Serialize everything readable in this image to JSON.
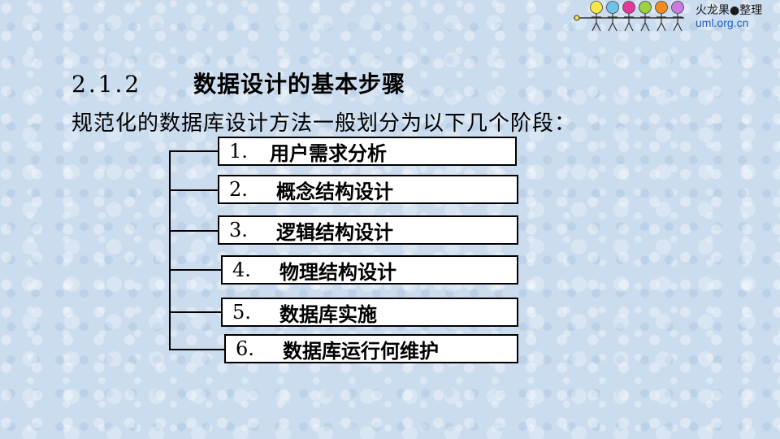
{
  "logo": {
    "name": "火龙果●整理",
    "url": "uml.org.cn",
    "figure_colors": [
      "#f4e84a",
      "#6cc4ea",
      "#e7389a",
      "#9ad13d",
      "#f28c1c",
      "#c87be0"
    ]
  },
  "heading": {
    "number": "2.1.2",
    "title": "数据设计的基本步骤"
  },
  "intro": "规范化的数据库设计方法一般划分为以下几个阶段：",
  "stages": [
    {
      "number": "1.",
      "label": "用户需求分析"
    },
    {
      "number": "2.",
      "label": "概念结构设计"
    },
    {
      "number": "3.",
      "label": "逻辑结构设计"
    },
    {
      "number": "4.",
      "label": "物理结构设计"
    },
    {
      "number": "5.",
      "label": "数据库实施"
    },
    {
      "number": "6.",
      "label": "数据库运行何维护"
    }
  ]
}
